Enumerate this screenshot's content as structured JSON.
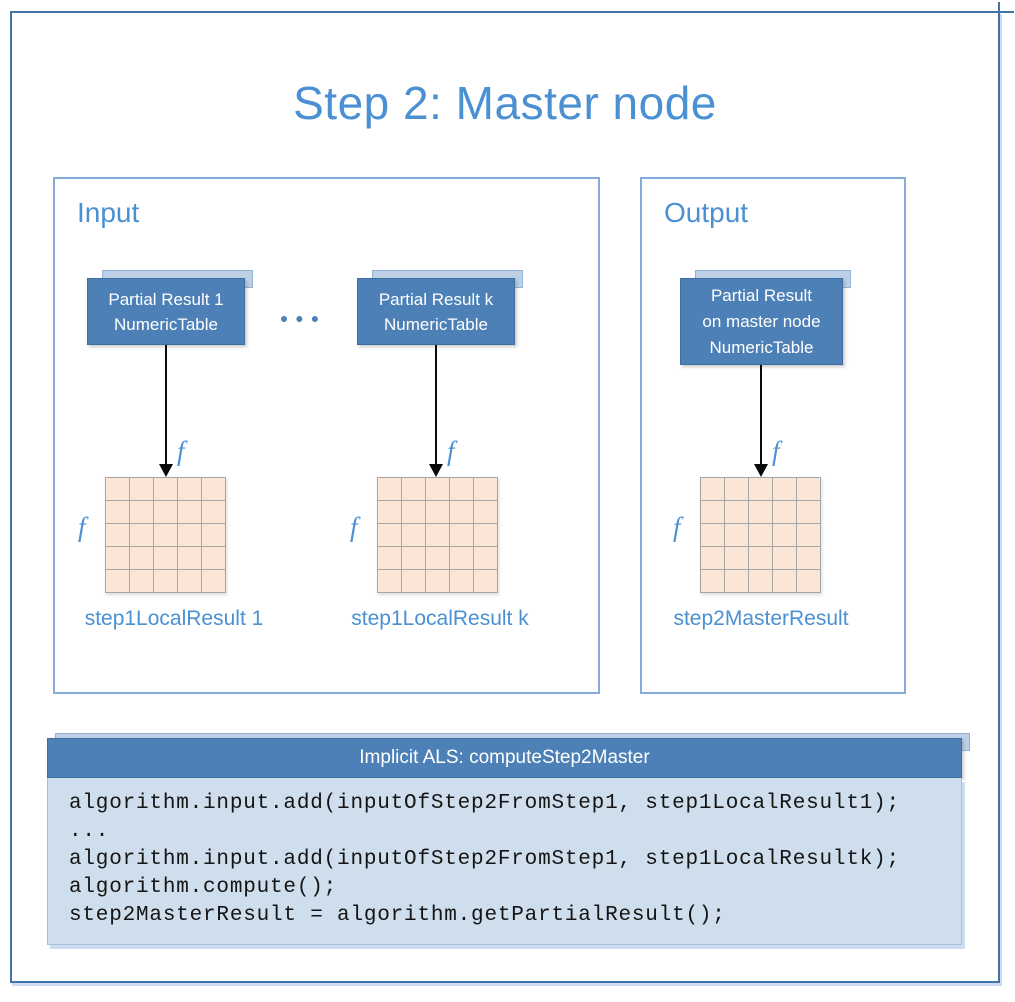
{
  "title": "Step 2: Master node",
  "panels": {
    "input": {
      "label": "Input",
      "ellipsis": "●●●",
      "nodes": [
        {
          "lines": [
            "Partial Result 1",
            "NumericTable"
          ],
          "grid_label": "step1LocalResult 1"
        },
        {
          "lines": [
            "Partial Result k",
            "NumericTable"
          ],
          "grid_label": "step1LocalResult k"
        }
      ]
    },
    "output": {
      "label": "Output",
      "nodes": [
        {
          "lines": [
            "Partial Result",
            "on master node",
            "NumericTable"
          ],
          "grid_label": "step2MasterResult"
        }
      ]
    }
  },
  "grid": {
    "rows": 5,
    "cols": 5,
    "col_label": "f",
    "row_label": "f"
  },
  "code_block": {
    "header": "Implicit ALS: computeStep2Master",
    "lines": [
      "algorithm.input.add(inputOfStep2FromStep1, step1LocalResult1);",
      "...",
      "algorithm.input.add(inputOfStep2FromStep1, step1LocalResultk);",
      "algorithm.compute();",
      "step2MasterResult = algorithm.getPartialResult();"
    ]
  },
  "colors": {
    "accent_blue": "#4d80b6",
    "accent_blue_border": "#3d6e9e",
    "tab_fill": "#bdd0e7",
    "tab_border": "#93b2d5",
    "heading_blue": "#4a90d2",
    "grid_fill": "#fbe5d6",
    "grid_line": "#a6a6a6",
    "code_bg": "#cfdeec",
    "code_border": "#aabfd6",
    "code_text": "#141414",
    "frame_border": "#4273a7",
    "panel_border": "#85acdd",
    "shadow_blue": "#cddcf0"
  }
}
